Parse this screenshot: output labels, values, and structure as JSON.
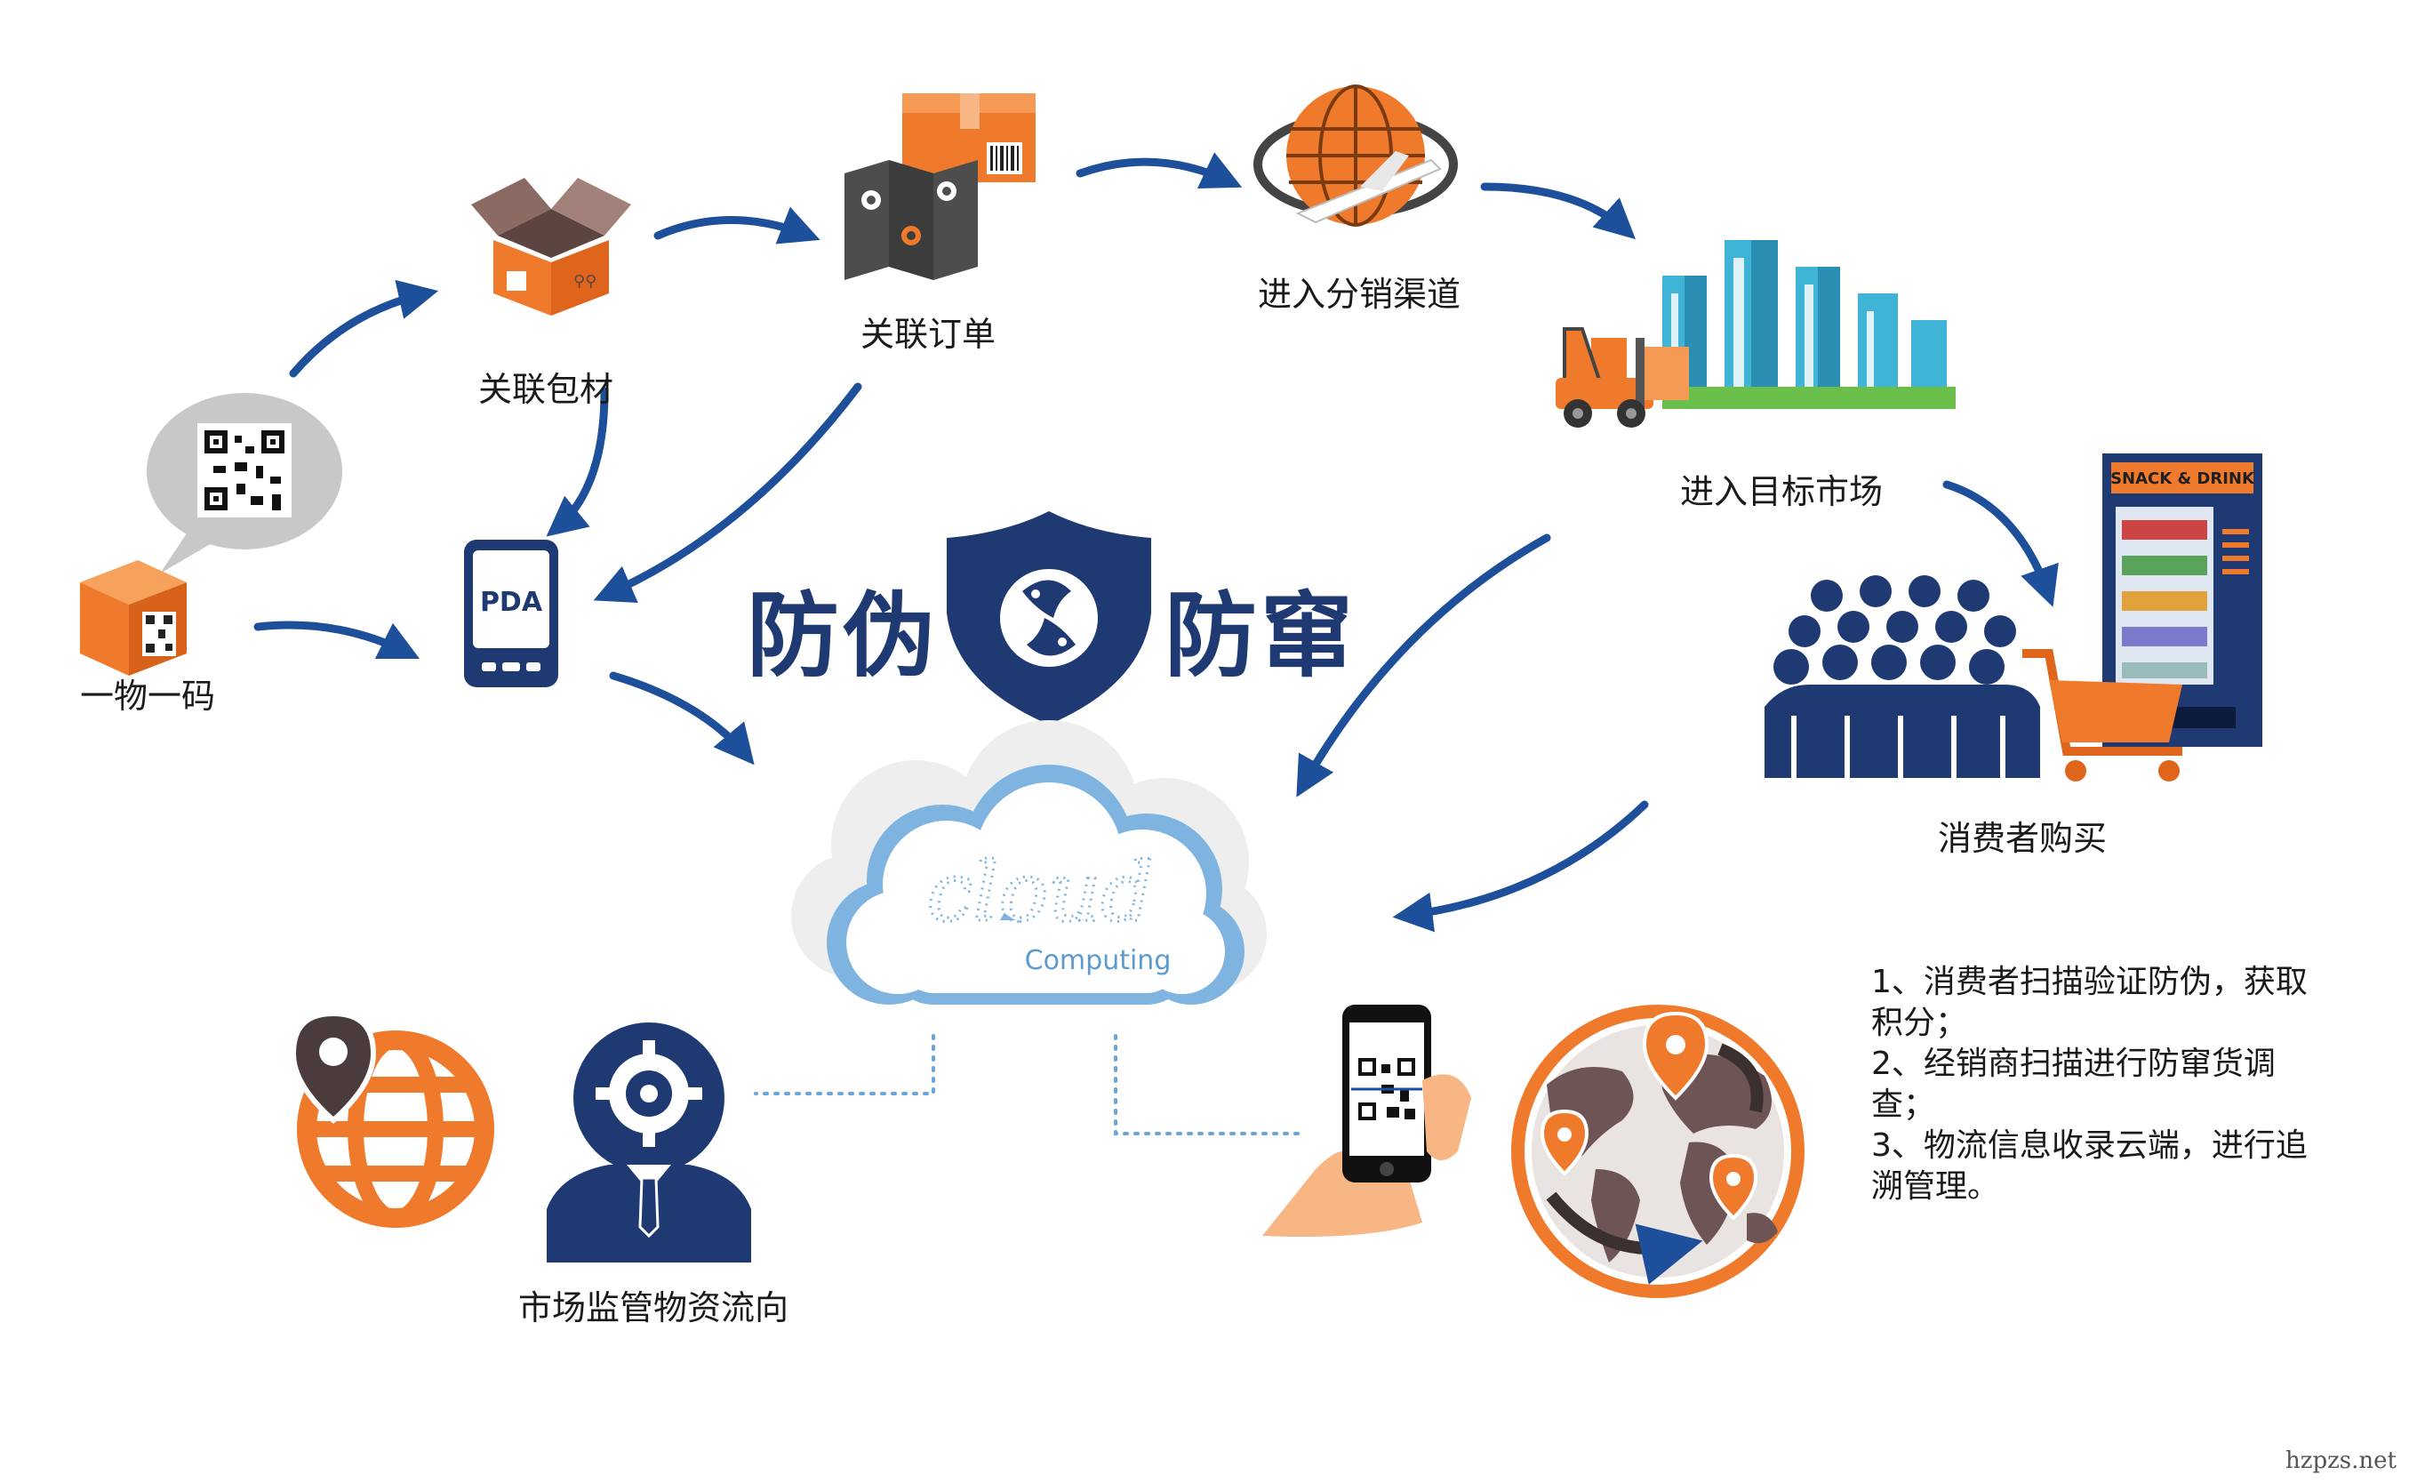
{
  "nodes": {
    "one_item_one_code": "一物一码",
    "link_packaging": "关联包材",
    "link_order": "关联订单",
    "enter_distribution": "进入分销渠道",
    "enter_target_market": "进入目标市场",
    "consumer_purchase": "消费者购买",
    "market_supervision": "市场监管物资流向"
  },
  "center": {
    "left_word": "防伪",
    "right_word": "防窜",
    "pda_label": "PDA",
    "cloud_word": "cloud",
    "cloud_sub": "Computing"
  },
  "vending_sign": "SNACK & DRINK",
  "notes": [
    "1、消费者扫描验证防伪，获取积分；",
    "2、经销商扫描进行防窜货调查；",
    "3、物流信息收录云端，进行追溯管理。"
  ],
  "watermark": "hzpzs.net",
  "colors": {
    "navy": "#1f3a73",
    "orange": "#f07a2c",
    "arrow_blue": "#1e4f9a",
    "cloud_blue": "#7fb4e0"
  }
}
